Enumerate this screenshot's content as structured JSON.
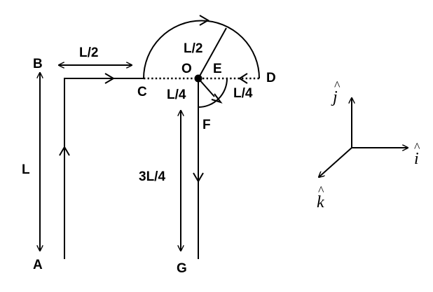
{
  "points": {
    "A": "A",
    "B": "B",
    "C": "C",
    "D": "D",
    "E": "E",
    "F": "F",
    "G": "G",
    "O": "O"
  },
  "dimensions": {
    "ab": "L",
    "bc": "L/2",
    "radius_big": "L/2",
    "oe": "L/4",
    "oc_small": "L/4",
    "gf": "3L/4"
  },
  "axes": {
    "i": "i",
    "j": "j",
    "k": "k",
    "hat": "^"
  },
  "colors": {
    "ink": "#000000",
    "background": "#ffffff"
  }
}
